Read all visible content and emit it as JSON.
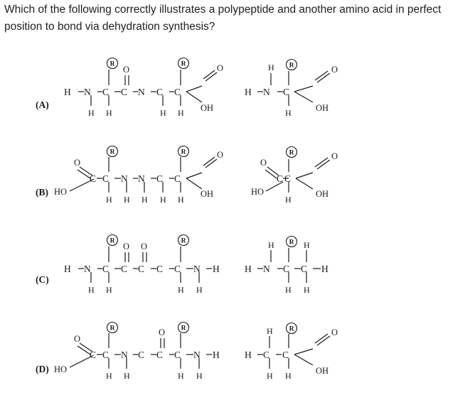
{
  "question": {
    "line1": "Which of the following correctly illustrates a polypeptide and another amino acid in perfect",
    "line2": "position to bond via dehydration synthesis?"
  },
  "options": [
    {
      "letter": "(A)"
    },
    {
      "letter": "(B)"
    },
    {
      "letter": "(C)"
    },
    {
      "letter": "(D)"
    }
  ],
  "labels": {
    "r": "R",
    "h": "H",
    "n": "N",
    "c": "C",
    "o": "O",
    "oh": "OH",
    "ho": "HO"
  }
}
